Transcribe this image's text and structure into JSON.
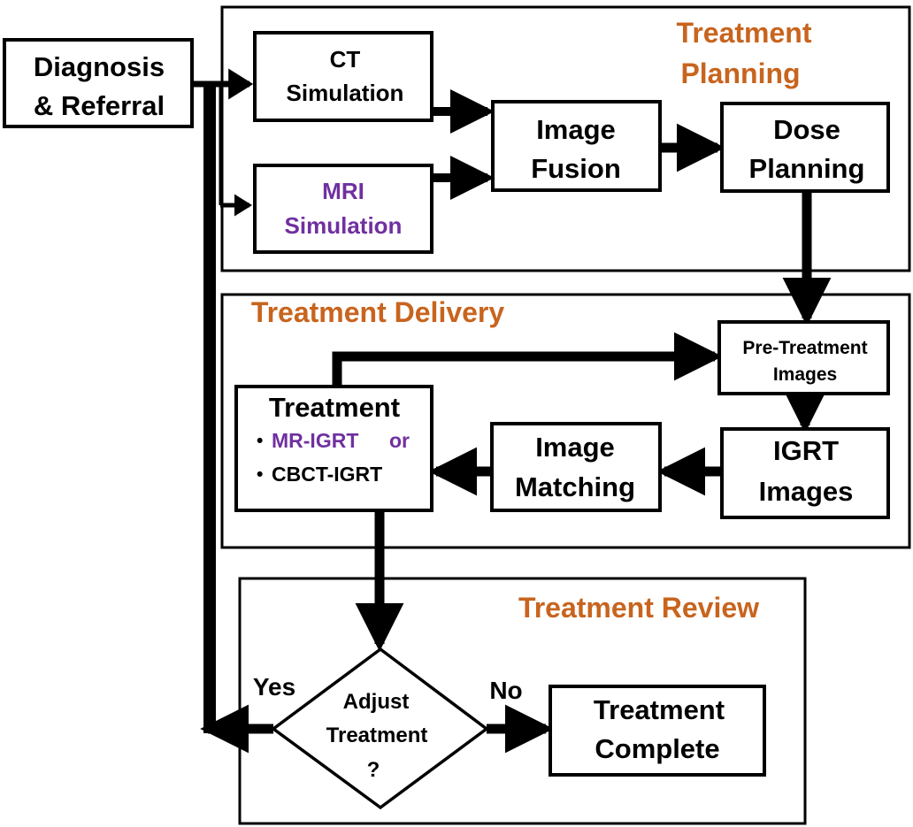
{
  "colors": {
    "section_title": "#C8641E",
    "mri_highlight": "#7030A0",
    "stroke": "#000000",
    "background": "#FFFFFF"
  },
  "sections": {
    "planning": {
      "title_line1": "Treatment",
      "title_line2": "Planning"
    },
    "delivery": {
      "title": "Treatment Delivery"
    },
    "review": {
      "title": "Treatment Review"
    }
  },
  "nodes": {
    "diagnosis": {
      "line1": "Diagnosis",
      "line2": "& Referral"
    },
    "ct_sim": {
      "line1": "CT",
      "line2": "Simulation"
    },
    "mri_sim": {
      "line1": "MRI",
      "line2": "Simulation"
    },
    "image_fusion": {
      "line1": "Image",
      "line2": "Fusion"
    },
    "dose_planning": {
      "line1": "Dose",
      "line2": "Planning"
    },
    "pre_treatment": {
      "line1": "Pre-Treatment",
      "line2": "Images"
    },
    "igrt_images": {
      "line1": "IGRT",
      "line2": "Images"
    },
    "image_matching": {
      "line1": "Image",
      "line2": "Matching"
    },
    "treatment": {
      "title": "Treatment",
      "bullet": "•",
      "option1": "MR-IGRT",
      "option1_suffix": "or",
      "option2": "CBCT-IGRT"
    },
    "decision": {
      "line1": "Adjust",
      "line2": "Treatment",
      "line3": "?"
    },
    "complete": {
      "line1": "Treatment",
      "line2": "Complete"
    }
  },
  "edges": {
    "yes_label": "Yes",
    "no_label": "No"
  }
}
